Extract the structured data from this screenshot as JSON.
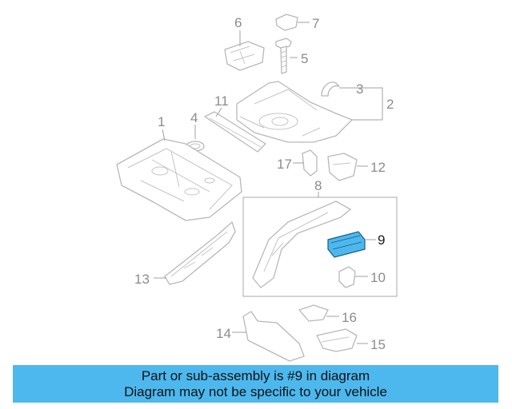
{
  "callouts": {
    "c1": "1",
    "c2": "2",
    "c3": "3",
    "c4": "4",
    "c5": "5",
    "c6": "6",
    "c7": "7",
    "c8": "8",
    "c9": "9",
    "c10": "10",
    "c11": "11",
    "c12": "12",
    "c13": "13",
    "c14": "14",
    "c15": "15",
    "c16": "16",
    "c17": "17"
  },
  "highlighted_part": "9",
  "colors": {
    "highlight_fill": "#4db8ee",
    "banner_background": "#4db8ee",
    "line": "#b8b8b8",
    "callout_text": "#8c8c8c"
  },
  "banner": {
    "line1": "Part or sub-assembly is #9 in diagram",
    "line2": "Diagram may not be specific to your vehicle"
  }
}
